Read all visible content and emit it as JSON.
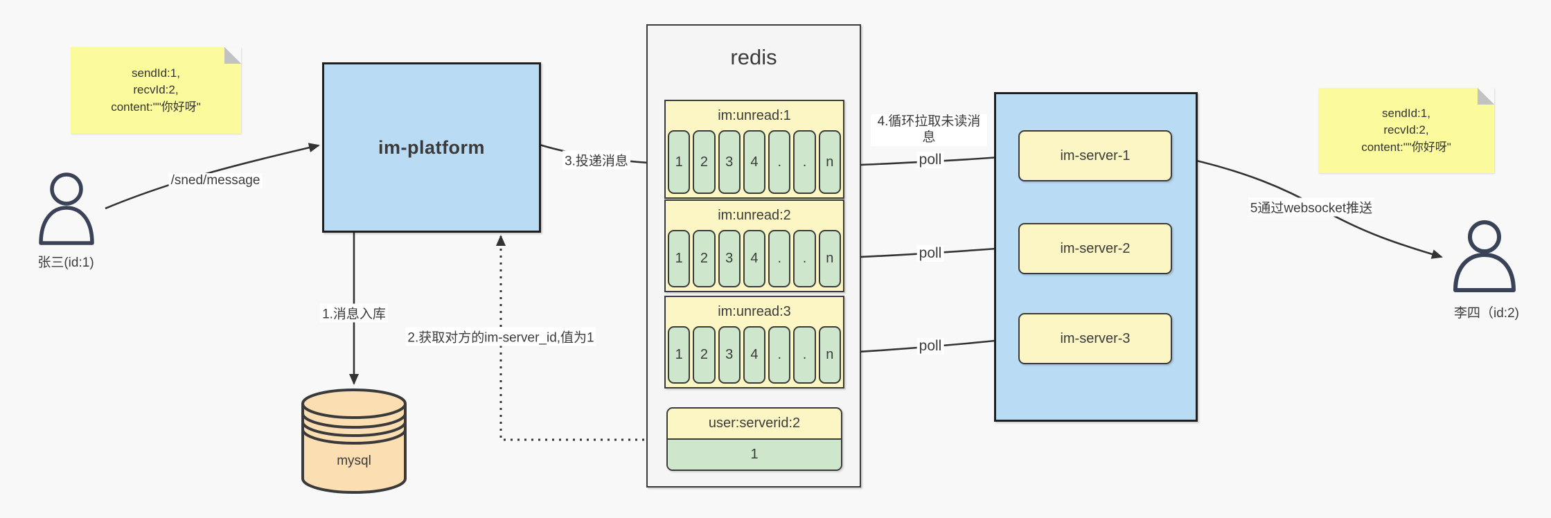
{
  "colors": {
    "background": "#f8f8f8",
    "note_yellow": "#fbfb9d",
    "block_yellow": "#fbf6c3",
    "cell_green": "#cde6cc",
    "box_blue": "#badbf4",
    "db_orange": "#fbdfb2",
    "stroke_dark": "#3a3a3a",
    "person_stroke": "#3a4257"
  },
  "notes": {
    "left": {
      "line1": "sendId:1,",
      "line2": "recvId:2,",
      "line3": "content:\"\"你好呀\""
    },
    "right": {
      "line1": "sendId:1,",
      "line2": "recvId:2,",
      "line3": "content:\"\"你好呀\""
    }
  },
  "users": {
    "left": {
      "label": "张三(id:1)"
    },
    "right": {
      "label": "李四（id:2)"
    }
  },
  "platform": {
    "label": "im-platform"
  },
  "mysql": {
    "label": "mysql"
  },
  "redis": {
    "title": "redis",
    "queues": [
      {
        "header": "im:unread:1",
        "cells": [
          "1",
          "2",
          "3",
          "4",
          ".",
          ".",
          "n"
        ]
      },
      {
        "header": "im:unread:2",
        "cells": [
          "1",
          "2",
          "3",
          "4",
          ".",
          ".",
          "n"
        ]
      },
      {
        "header": "im:unread:3",
        "cells": [
          "1",
          "2",
          "3",
          "4",
          ".",
          ".",
          "n"
        ]
      }
    ],
    "kv": {
      "header": "user:serverid:2",
      "value": "1"
    }
  },
  "servers": {
    "s1": "im-server-1",
    "s2": "im-server-2",
    "s3": "im-server-3"
  },
  "edges": {
    "send": "/sned/message",
    "step1": "1.消息入库",
    "step2": "2.获取对方的im-server_id,值为1",
    "step3": "3.投递消息",
    "step4": "4.循环拉取未读消息",
    "step5": "5通过websocket推送",
    "poll": "poll"
  }
}
